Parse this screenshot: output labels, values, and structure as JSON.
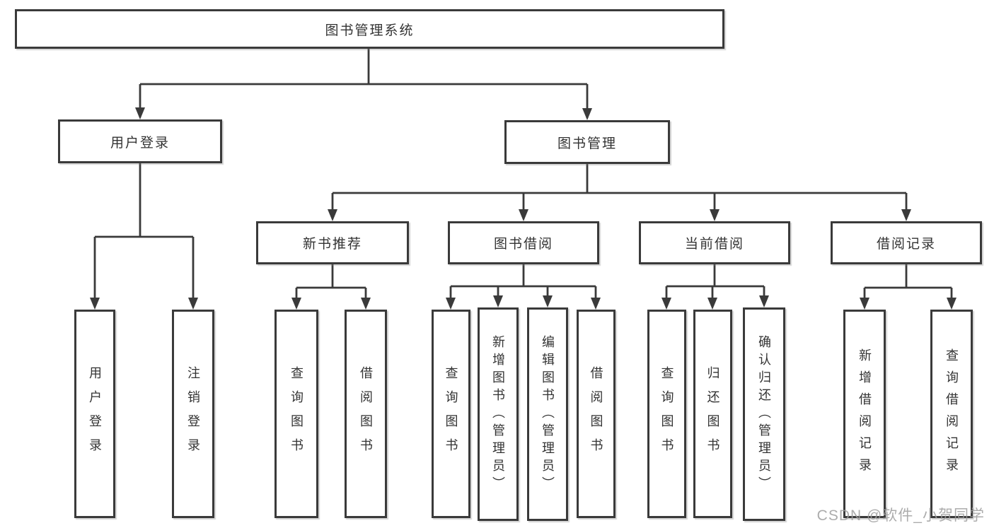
{
  "diagram_title": "图书管理系统",
  "line_color": "#3a3a3a",
  "watermark": "CSDN @软件_小贺同学",
  "nodes": {
    "root": {
      "label": "图书管理系统"
    },
    "user_login": {
      "label": "用户登录"
    },
    "book_mgmt": {
      "label": "图书管理"
    },
    "user_login_leaf": {
      "label": "用户登录"
    },
    "logout_leaf": {
      "label": "注销登录"
    },
    "new_book_rec": {
      "label": "新书推荐"
    },
    "book_borrow": {
      "label": "图书借阅"
    },
    "current_borrow": {
      "label": "当前借阅"
    },
    "borrow_records": {
      "label": "借阅记录"
    },
    "query_books_1": {
      "label": "查询图书"
    },
    "borrow_books_1": {
      "label": "借阅图书"
    },
    "query_books_2": {
      "label": "查询图书"
    },
    "add_books_admin": {
      "label": "新增图书（管理员）"
    },
    "edit_books_admin": {
      "label": "编辑图书（管理员）"
    },
    "borrow_books_2": {
      "label": "借阅图书"
    },
    "query_books_3": {
      "label": "查询图书"
    },
    "return_books": {
      "label": "归还图书"
    },
    "confirm_return_admin": {
      "label": "确认归还（管理员）"
    },
    "add_borrow_record": {
      "label": "新增借阅记录"
    },
    "query_borrow_record": {
      "label": "查询借阅记录"
    }
  }
}
